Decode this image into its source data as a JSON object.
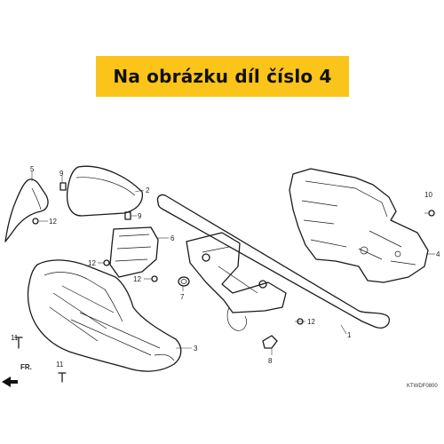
{
  "banner": {
    "text": "Na obrázku díl číslo 4",
    "background": "#fbc41a"
  },
  "callouts": {
    "p1": "1",
    "p2": "2",
    "p3": "3",
    "p4": "4",
    "p5": "5",
    "p6": "6",
    "p7": "7",
    "p8": "8",
    "p9a": "9",
    "p9b": "9",
    "p10": "10",
    "p11a": "11",
    "p11b": "11",
    "p12a": "12",
    "p12b": "12",
    "p12c": "12",
    "p12d": "12"
  },
  "arrow_label": "FR.",
  "diagram_code": "KTWDF0800"
}
